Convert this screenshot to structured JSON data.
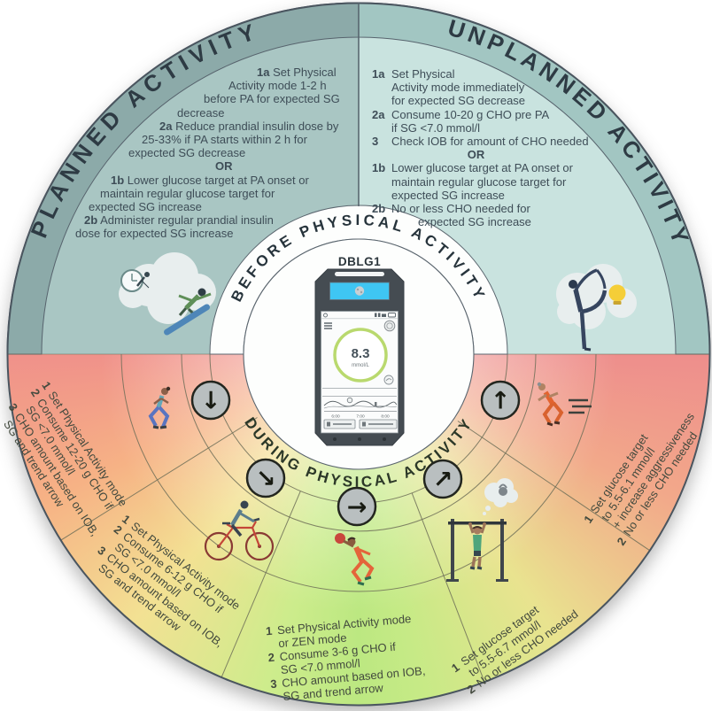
{
  "titles": {
    "planned": "PLANNED ACTIVITY",
    "unplanned": "UNPLANNED ACTIVITY",
    "before": "BEFORE PHYSICAL ACTIVITY",
    "during": "DURING PHYSICAL ACTIVITY"
  },
  "planned": [
    {
      "m": "1a",
      "t": "Set Physical"
    },
    {
      "m": "",
      "t": "Activity mode 1-2 h"
    },
    {
      "m": "",
      "t": "before PA for expected SG"
    },
    {
      "m": "",
      "t": "decrease"
    },
    {
      "m": "2a",
      "t": "Reduce prandial insulin dose by"
    },
    {
      "m": "",
      "t": "25-33% if PA starts within 2 h for"
    },
    {
      "m": "",
      "t": "expected SG decrease"
    },
    {
      "m": "OR",
      "t": ""
    },
    {
      "m": "1b",
      "t": "Lower glucose target at PA onset or"
    },
    {
      "m": "",
      "t": "maintain regular glucose target for"
    },
    {
      "m": "",
      "t": "expected SG increase"
    },
    {
      "m": "2b",
      "t": "Administer regular prandial insulin"
    },
    {
      "m": "",
      "t": "dose for expected SG increase"
    }
  ],
  "unplanned": [
    {
      "m": "1a",
      "t": "Set Physical"
    },
    {
      "m": "",
      "t": "Activity mode immediately"
    },
    {
      "m": "",
      "t": "for expected SG decrease"
    },
    {
      "m": "2a",
      "t": "Consume 10-20 g CHO pre PA"
    },
    {
      "m": "",
      "t": "if SG <7.0 mmol/l"
    },
    {
      "m": "3",
      "t": "Check IOB for amount of CHO needed"
    },
    {
      "m": "OR",
      "t": ""
    },
    {
      "m": "1b",
      "t": "Lower glucose target at PA onset or"
    },
    {
      "m": "",
      "t": "maintain regular glucose target for"
    },
    {
      "m": "",
      "t": "expected SG increase"
    },
    {
      "m": "2b",
      "t": "No or less CHO needed for"
    },
    {
      "m": "",
      "t": "expected SG increase"
    }
  ],
  "seg1": [
    {
      "m": "1",
      "t": "Set Physical Activity mode"
    },
    {
      "m": "2",
      "t": "Consume 12-20 g CHO if"
    },
    {
      "m": "",
      "t": "SG <7.0 mmol/l"
    },
    {
      "m": "3",
      "t": "CHO amount based on IOB,"
    },
    {
      "m": "",
      "t": "SG and trend arrow"
    }
  ],
  "seg2": [
    {
      "m": "1",
      "t": "Set Physical Activity mode"
    },
    {
      "m": "2",
      "t": "Consume 6-12 g CHO if"
    },
    {
      "m": "",
      "t": "SG <7.0 mmol/l"
    },
    {
      "m": "3",
      "t": "CHO amount based on IOB,"
    },
    {
      "m": "",
      "t": "SG and trend arrow"
    }
  ],
  "seg3": [
    {
      "m": "1",
      "t": "Set Physical Activity mode"
    },
    {
      "m": "",
      "t": "or ZEN mode"
    },
    {
      "m": "2",
      "t": "Consume 3-6 g CHO if"
    },
    {
      "m": "",
      "t": "SG <7.0 mmol/l"
    },
    {
      "m": "3",
      "t": "CHO amount based on IOB,"
    },
    {
      "m": "",
      "t": "SG and trend arrow"
    }
  ],
  "seg4": [
    {
      "m": "1",
      "t": "Set glucose target"
    },
    {
      "m": "",
      "t": "to 5.5-6.7 mmol/l"
    },
    {
      "m": "2",
      "t": "No or less CHO needed"
    }
  ],
  "seg5": [
    {
      "m": "1",
      "t": "Set glucose target"
    },
    {
      "m": "",
      "t": "to 5.5-6.1 mmol/l"
    },
    {
      "m": "",
      "t": "+ increase aggressiveness"
    },
    {
      "m": "2",
      "t": "No or less CHO needed"
    }
  ],
  "arrows": {
    "down": "↓",
    "down_right": "↘",
    "right": "→",
    "up_right": "↗",
    "up": "↑"
  },
  "device": {
    "label": "DBLG1",
    "sg_value": "8.3",
    "sg_unit": "mmol/L",
    "times": [
      "6:00",
      "7:00",
      "8:00"
    ]
  },
  "colors": {
    "planned_fill": "#a9c6c3",
    "planned_band": "#8caaa9",
    "unplanned_fill": "#c9e3df",
    "unplanned_band": "#a2c6c2",
    "gradient_left_red": "#f0918a",
    "gradient_yellow": "#f3e193",
    "gradient_green": "#bce881",
    "gradient_right_pink": "#ee8e8c",
    "arrow_circle": "#b9bfc0",
    "device_body": "#454c52",
    "device_top_screen": "#3fc6f3",
    "sg_ring": "#b9d96e"
  },
  "decorative_icons": [
    "cloud-clock-snowboarder-icon",
    "cloud-bulb-yoga-icon",
    "jogger-icon",
    "sprinter-icon",
    "cyclist-icon",
    "handball-player-icon",
    "pullup-bar-icon",
    "weight-thought-icon"
  ]
}
